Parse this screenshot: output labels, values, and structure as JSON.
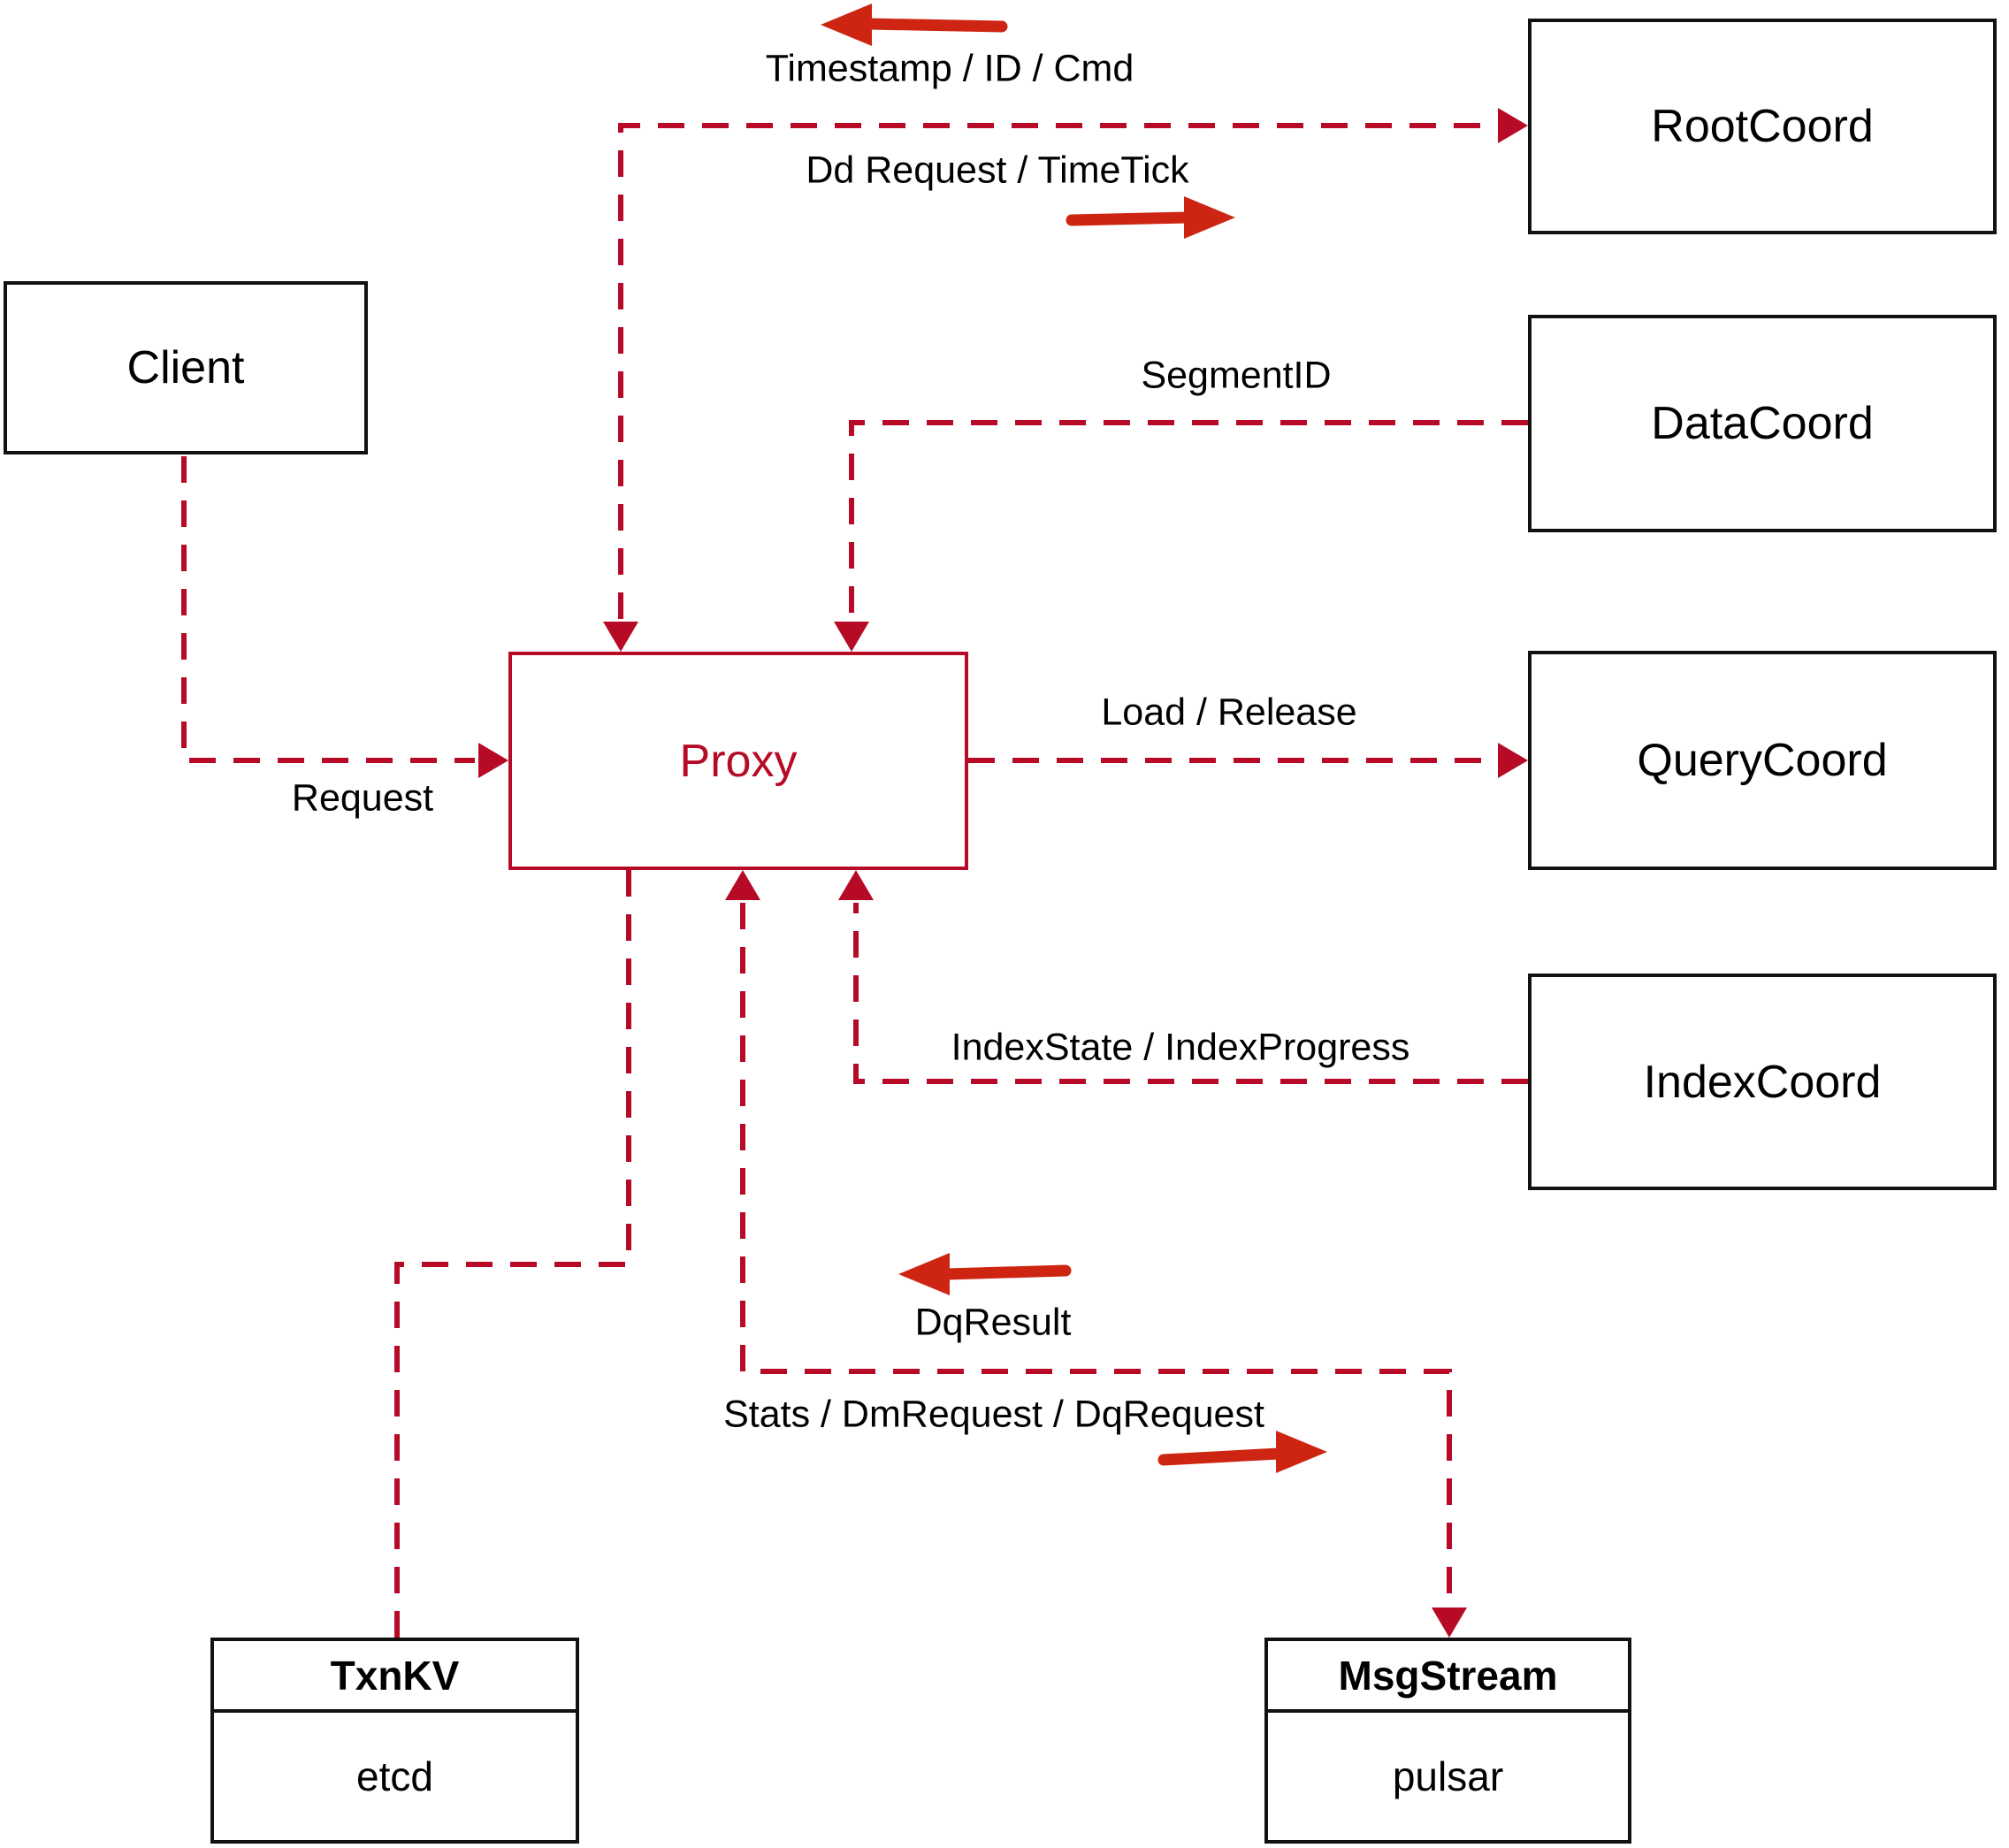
{
  "diagram": {
    "nodes": {
      "client": {
        "label": "Client"
      },
      "proxy": {
        "label": "Proxy"
      },
      "root_coord": {
        "label": "RootCoord"
      },
      "data_coord": {
        "label": "DataCoord"
      },
      "query_coord": {
        "label": "QueryCoord"
      },
      "index_coord": {
        "label": "IndexCoord"
      },
      "txn_kv": {
        "title": "TxnKV",
        "impl": "etcd"
      },
      "msg_stream": {
        "title": "MsgStream",
        "impl": "pulsar"
      }
    },
    "edge_labels": {
      "request": "Request",
      "timestamp_id_cmd": "Timestamp / ID / Cmd",
      "dd_request_timetick": "Dd Request / TimeTick",
      "segment_id": "SegmentID",
      "load_release": "Load / Release",
      "index_state_progress": "IndexState / IndexProgress",
      "dq_result": "DqResult",
      "stats_dm_dq_request": "Stats / DmRequest / DqRequest"
    },
    "colors": {
      "connector": "#b60a27",
      "arrow": "#cd2512",
      "node_border": "#111111",
      "text": "#000000",
      "background": "#ffffff",
      "proxy_accent": "#b60a27"
    }
  }
}
